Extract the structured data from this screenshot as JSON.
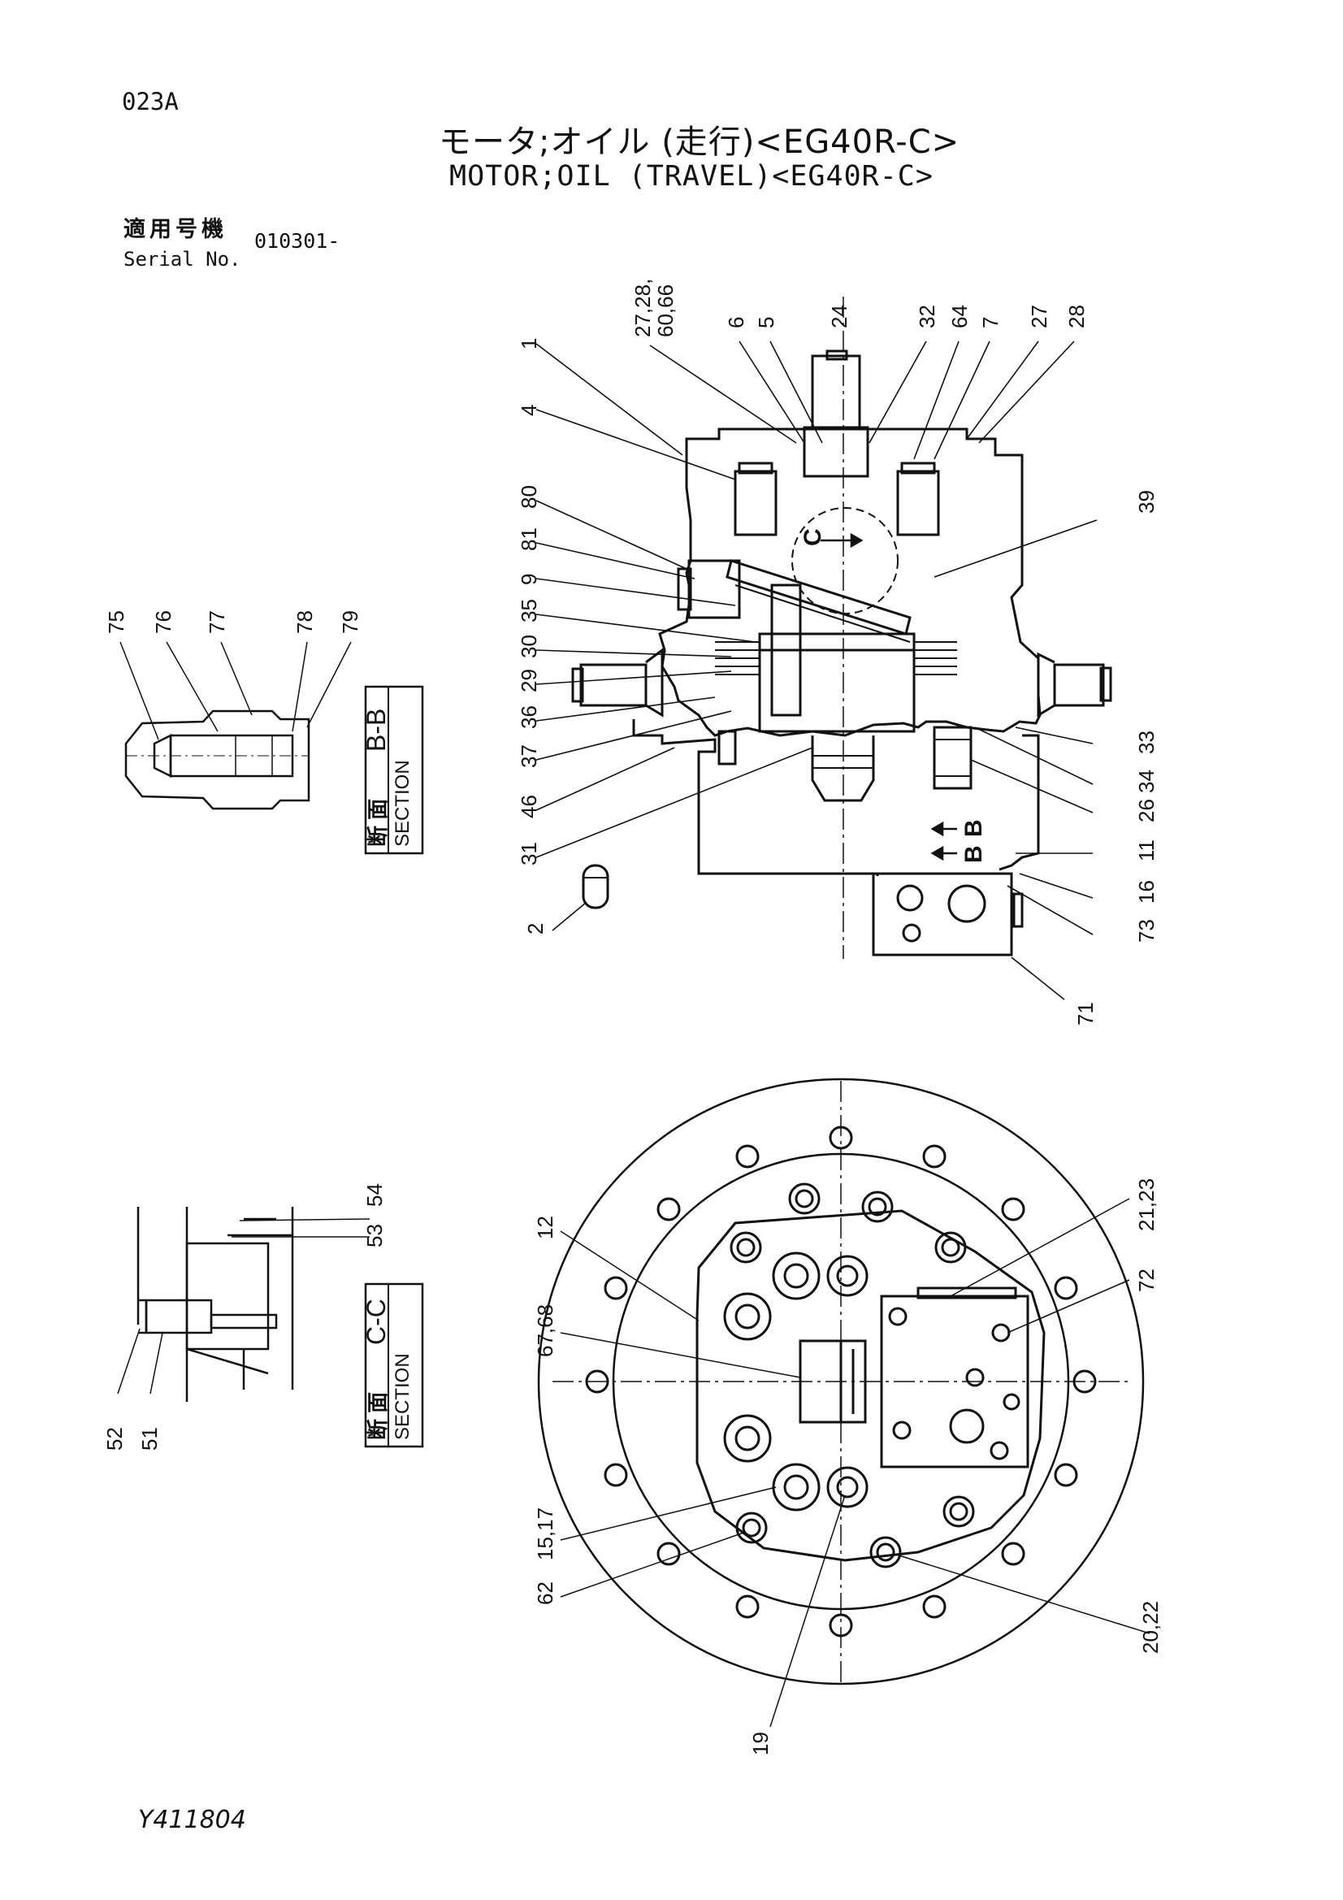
{
  "header": {
    "page_code": "023A",
    "title_jp": "モータ;オイル (走行)<EG40R-C>",
    "title_en": "MOTOR;OIL (TRAVEL)<EG40R-C>",
    "serial_label_jp": "適用号機",
    "serial_label_en": "Serial No.",
    "serial_value": "010301-"
  },
  "footer": {
    "doc_code": "Y411804"
  },
  "section_bb": {
    "label_jp": "断 面",
    "label_en": "SECTION",
    "label_id": "B-B"
  },
  "section_cc": {
    "label_jp": "断 面",
    "label_en": "SECTION",
    "label_id": "C-C"
  },
  "callouts": {
    "main_top": [
      "27,28,\n60,66",
      "6",
      "5",
      "24",
      "32",
      "64",
      "7",
      "27",
      "28"
    ],
    "main_left": [
      "1",
      "4",
      "80",
      "81",
      "9",
      "35",
      "30",
      "29",
      "36",
      "37",
      "46",
      "31",
      "2"
    ],
    "main_right": [
      "39",
      "33",
      "34",
      "26",
      "11",
      "16",
      "73",
      "71"
    ],
    "view_markers": [
      "C",
      "B",
      "B"
    ],
    "bb": [
      "75",
      "76",
      "77",
      "78",
      "79"
    ],
    "cc": [
      "54",
      "53",
      "52",
      "51"
    ],
    "bottom": [
      "12",
      "67,68",
      "15,17",
      "62",
      "19",
      "20,22",
      "72",
      "21,23"
    ]
  }
}
